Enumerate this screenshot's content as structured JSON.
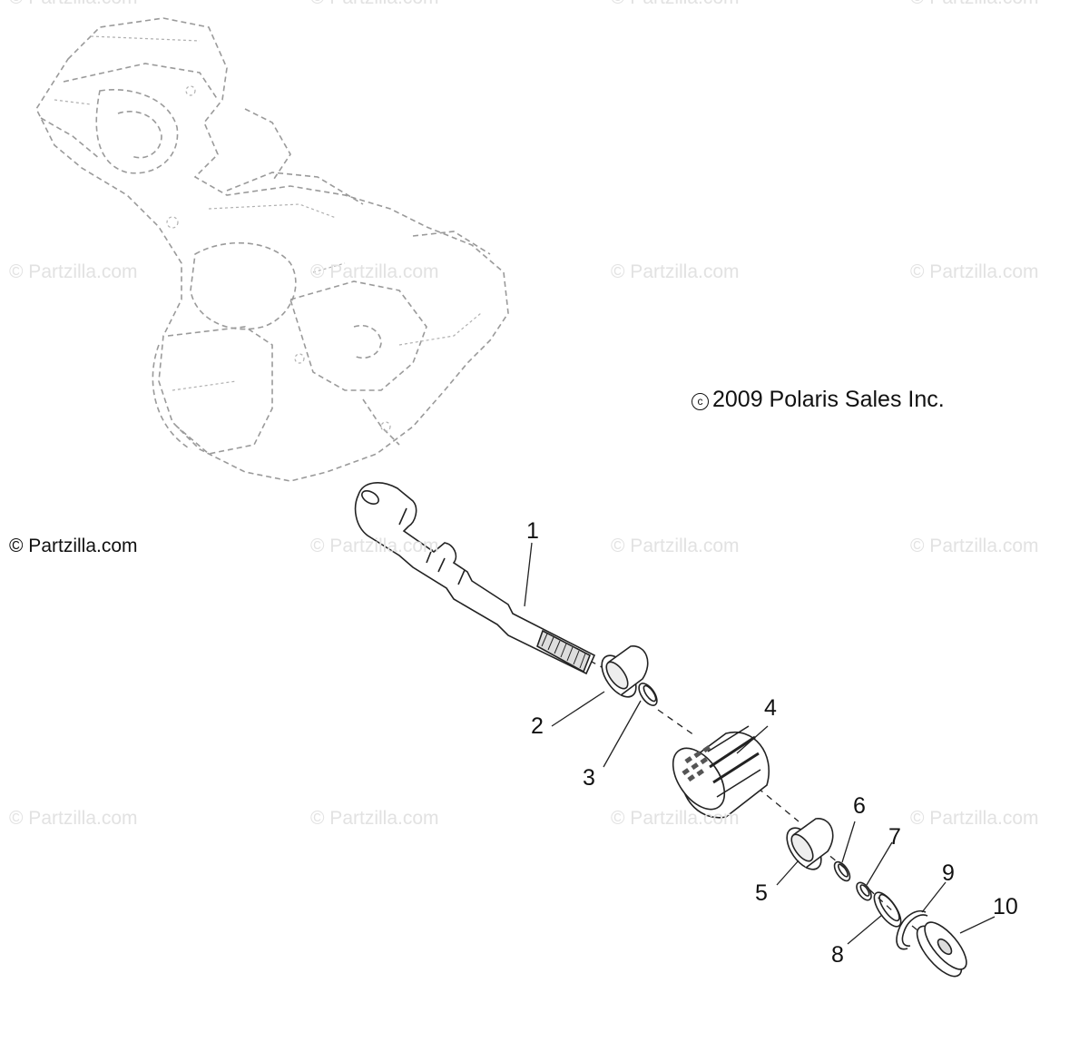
{
  "watermark": "© Partzilla.com",
  "copyright": {
    "symbol": "c",
    "text": "2009 Polaris Sales Inc."
  },
  "site_mark": "© Partzilla.com",
  "callouts": [
    "1",
    "2",
    "3",
    "4",
    "5",
    "6",
    "7",
    "8",
    "9",
    "10"
  ],
  "colors": {
    "line": "#222222",
    "dashed_engine": "#9a9a9a",
    "watermark": "#e2e2e2"
  }
}
